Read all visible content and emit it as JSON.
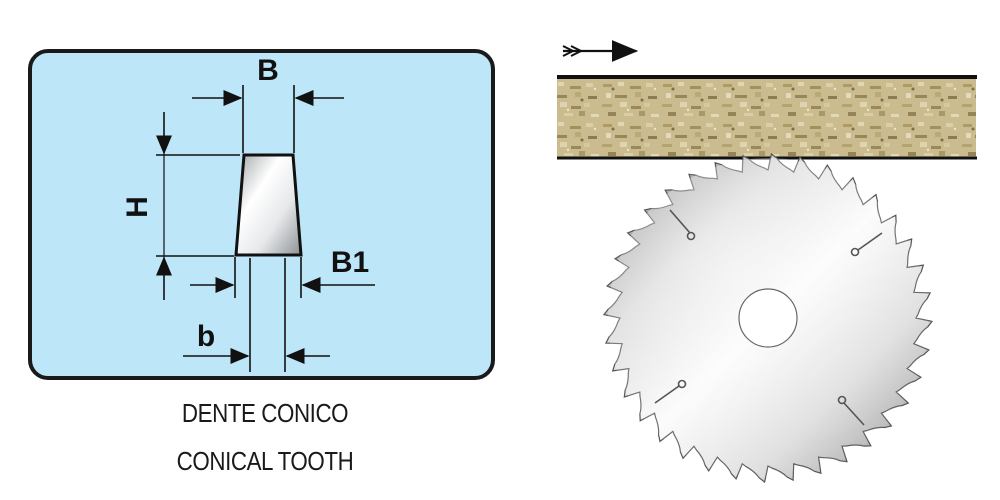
{
  "tooth_diagram": {
    "labels": {
      "width_top": "B",
      "height": "H",
      "width_bottom": "B1",
      "body_width": "b"
    },
    "colors": {
      "panel_fill": "#bde6f8",
      "panel_border": "#1a1a1a"
    }
  },
  "captions": {
    "italian": "DENTE CONICO",
    "english": "CONICAL TOOTH"
  },
  "cutting_illustration": {
    "feed_direction_icon": "arrow-right-icon",
    "saw_teeth_count": 36,
    "colors": {
      "board_base": "#c8b98a",
      "blade_light": "#f4f4f4",
      "blade_dark": "#9a9a9a"
    }
  }
}
